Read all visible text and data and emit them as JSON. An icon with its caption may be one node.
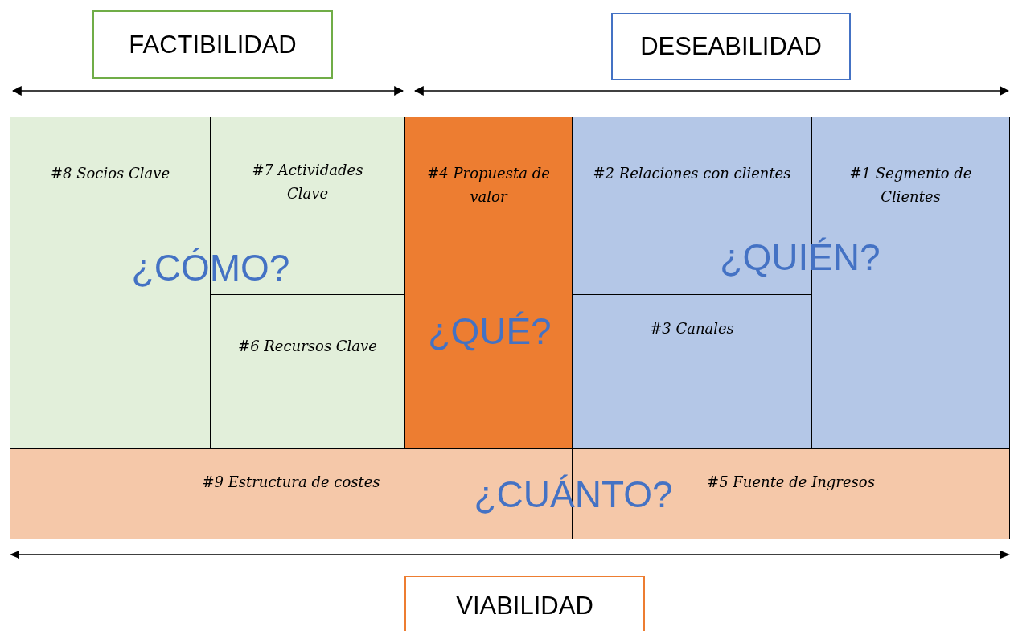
{
  "diagram": {
    "nodes": [
      {
        "text": [
          "FACTIBILIDAD"
        ]
      },
      {
        "text": [
          "DESEABILIDAD"
        ]
      },
      {
        "text": [
          "#8 Socios Clave"
        ]
      },
      {
        "text": [
          "#7 Actividades Clave"
        ]
      },
      {
        "text": [
          "#6 Recursos Clave"
        ]
      },
      {
        "text": [
          "#4 Propuesta de valor"
        ]
      },
      {
        "text": [
          "#2 Relaciones con clientes"
        ]
      },
      {
        "text": [
          "#1 Segmento de Clientes"
        ]
      },
      {
        "text": [
          "#3 Canales"
        ]
      },
      {
        "text": [
          "#9 Estructura de costes"
        ]
      },
      {
        "text": [
          "#5 Fuente de Ingresos"
        ]
      },
      {
        "text": [
          "VIABILIDAD"
        ]
      }
    ],
    "edges": [],
    "labels": [
      "¿CÓMO?",
      "¿QUIÉN?",
      "¿QUÉ?",
      "¿CUÁNTO?"
    ]
  }
}
